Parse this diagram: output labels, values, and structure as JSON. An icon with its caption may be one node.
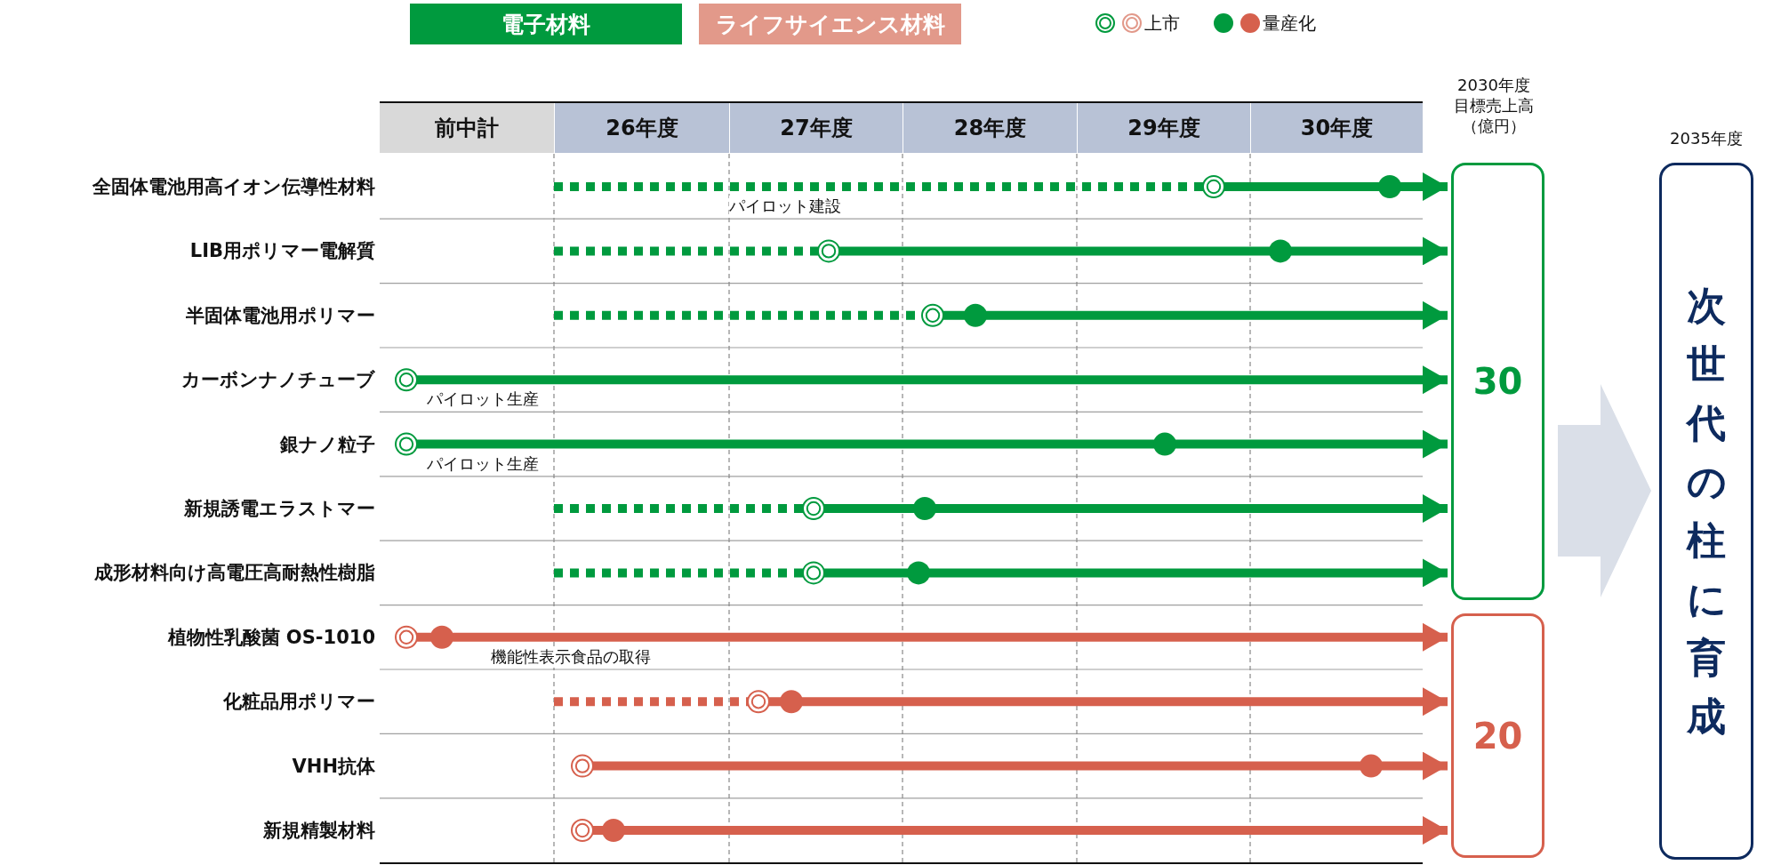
{
  "diagram": {
    "nodes": [
      {
        "text": [
          "全固体電池用高イオン伝導性材料"
        ]
      },
      {
        "text": [
          "LIB用ポリマー電解質"
        ]
      },
      {
        "text": [
          "半固体電池用ポリマー"
        ]
      },
      {
        "text": [
          "カーボンナノチューブ"
        ]
      },
      {
        "text": [
          "銀ナノ粒子"
        ]
      },
      {
        "text": [
          "新規誘電エラストマー"
        ]
      },
      {
        "text": [
          "成形材料向け高電圧高耐熱性樹脂"
        ]
      },
      {
        "text": [
          "植物性乳酸菌 OS-1010"
        ]
      },
      {
        "text": [
          "化粧品用ポリマー"
        ]
      },
      {
        "text": [
          "VHH抗体"
        ]
      },
      {
        "text": [
          "新規精製材料"
        ]
      },
      {
        "text": [
          "30"
        ]
      },
      {
        "text": [
          "20"
        ]
      },
      {
        "text": [
          "2035年度",
          "次世代の柱に育成"
        ]
      }
    ],
    "edges": [
      {
        "from": 0,
        "to": 11,
        "arrow": "to",
        "label": "パイロット建設",
        "style": "dashed"
      },
      {
        "from": 1,
        "to": 11,
        "arrow": "to",
        "style": "dashed"
      },
      {
        "from": 2,
        "to": 11,
        "arrow": "to",
        "style": "dashed"
      },
      {
        "from": 3,
        "to": 11,
        "arrow": "to",
        "label": "パイロット生産"
      },
      {
        "from": 4,
        "to": 11,
        "arrow": "to",
        "label": "パイロット生産"
      },
      {
        "from": 5,
        "to": 11,
        "arrow": "to",
        "style": "dashed"
      },
      {
        "from": 6,
        "to": 11,
        "arrow": "to",
        "style": "dashed"
      },
      {
        "from": 7,
        "to": 12,
        "arrow": "to",
        "label": "機能性表示食品の取得",
        "color": "#d6604d"
      },
      {
        "from": 8,
        "to": 12,
        "arrow": "to",
        "color": "#d6604d",
        "style": "dashed"
      },
      {
        "from": 9,
        "to": 12,
        "arrow": "to",
        "color": "#d6604d"
      },
      {
        "from": 10,
        "to": 12,
        "arrow": "to",
        "color": "#d6604d"
      },
      {
        "from": 11,
        "to": 13,
        "arrow": "to"
      },
      {
        "from": 12,
        "to": 13,
        "arrow": "to"
      }
    ],
    "labels": [
      "前中計",
      "26年度",
      "27年度",
      "28年度",
      "29年度",
      "30年度",
      "2030年度目標売上高（億円）"
    ],
    "legend": [
      {
        "text": "電子材料",
        "color": "#009a3e"
      },
      {
        "text": "ライフサイエンス材料",
        "color": "#e2998a"
      },
      {
        "text": "上市"
      },
      {
        "text": "量産化"
      }
    ]
  }
}
